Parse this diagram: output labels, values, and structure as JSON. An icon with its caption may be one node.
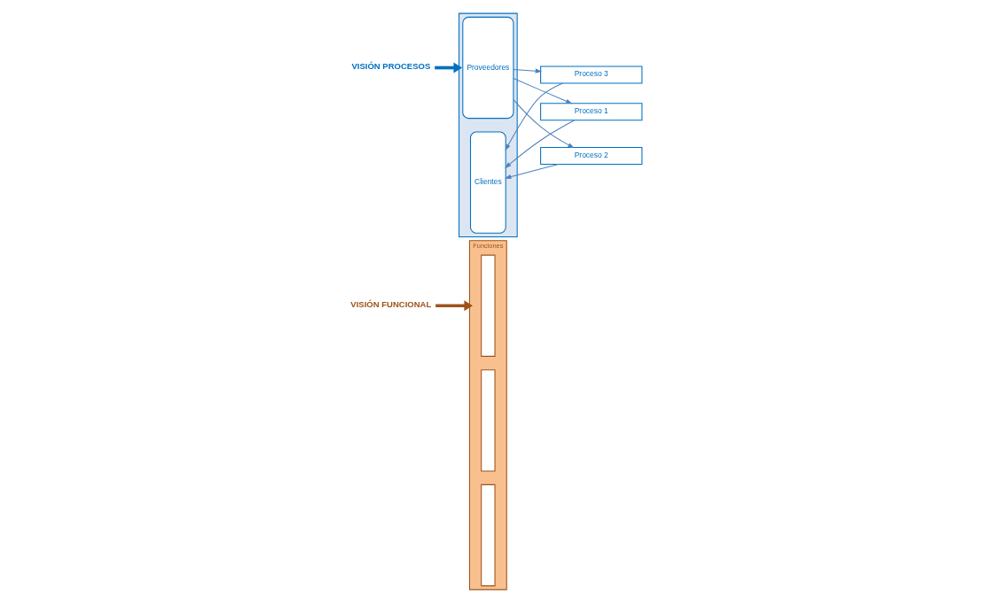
{
  "diagram": {
    "nodes": [
      {
        "text": [
          "VISIÓN FUNCIONAL"
        ]
      },
      {
        "text": [
          "Funciones"
        ]
      },
      {
        "text": [],
        "shape": "bar",
        "in": 1
      },
      {
        "text": [],
        "shape": "bar",
        "in": 1
      },
      {
        "text": [],
        "shape": "bar",
        "in": 1
      },
      {
        "text": [
          "VISIÓN PROCESOS"
        ]
      },
      {
        "text": [],
        "shape": "box"
      },
      {
        "text": [
          "Proveedores"
        ],
        "in": 6
      },
      {
        "text": [
          "Proceso 1"
        ]
      },
      {
        "text": [
          "Proceso 2"
        ]
      },
      {
        "text": [
          "Proceso 3"
        ]
      },
      {
        "text": [
          "Clientes"
        ],
        "in": 6
      }
    ],
    "edges": [
      {
        "from": 0,
        "to": 1,
        "arrow": "to",
        "style": "thick",
        "color": "#a0521a"
      },
      {
        "from": 5,
        "to": 6,
        "arrow": "to",
        "style": "thick",
        "color": "#0070c0"
      },
      {
        "from": 7,
        "to": 8,
        "arrow": "to"
      },
      {
        "from": 7,
        "to": 9,
        "arrow": "to"
      },
      {
        "from": 7,
        "to": 10,
        "arrow": "to"
      },
      {
        "from": 8,
        "to": 11,
        "arrow": "to"
      },
      {
        "from": 9,
        "to": 11,
        "arrow": "to"
      },
      {
        "from": 10,
        "to": 11,
        "arrow": "to"
      }
    ]
  }
}
